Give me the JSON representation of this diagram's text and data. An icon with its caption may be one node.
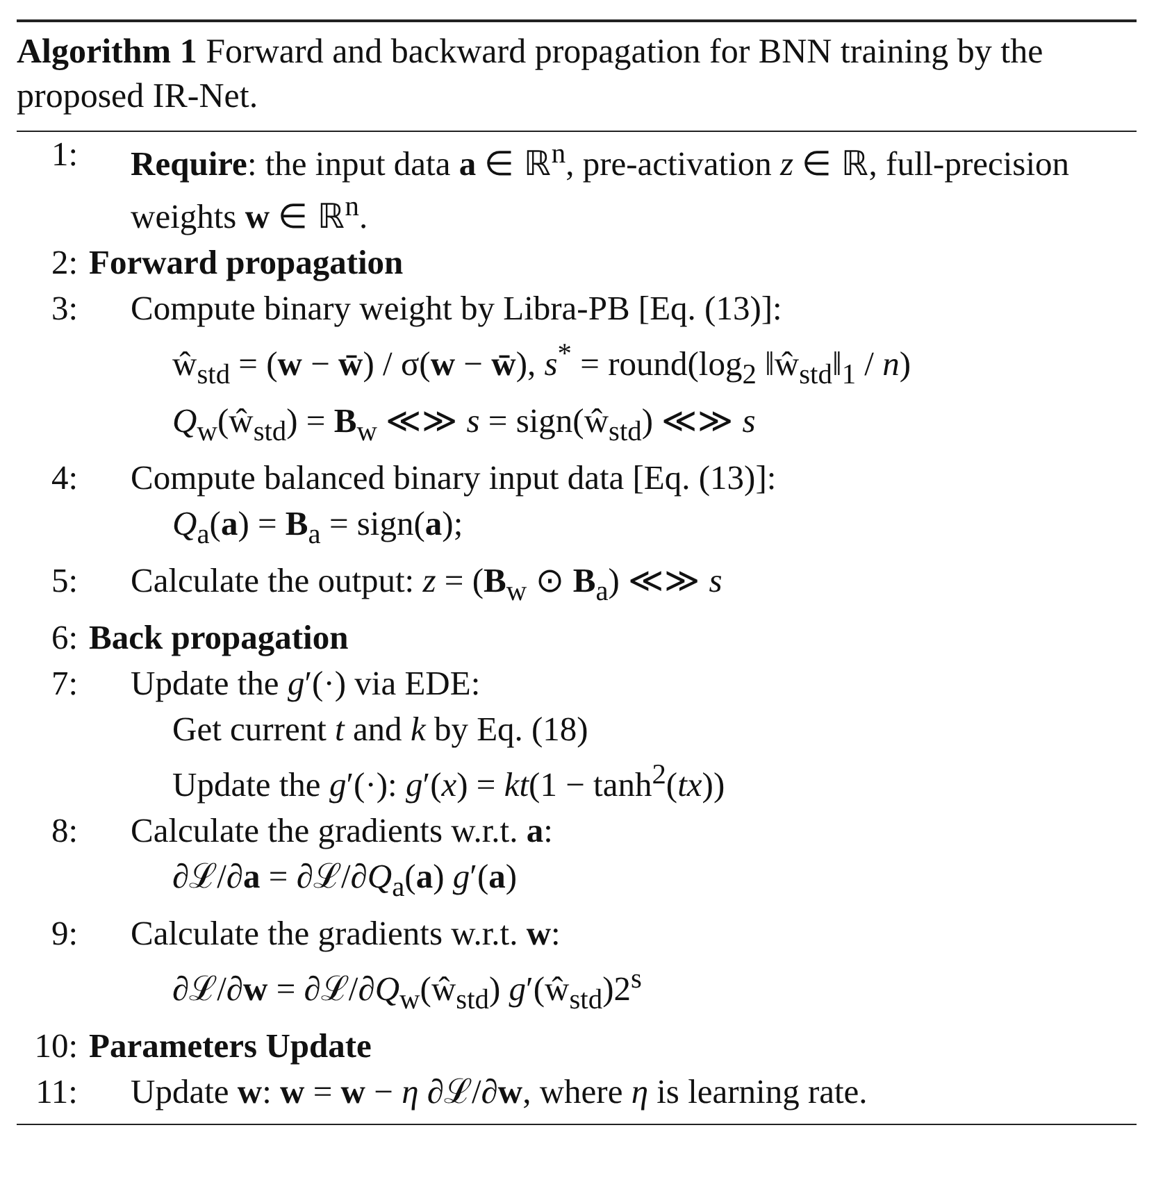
{
  "diagram": {
    "title": "**Algorithm 1** Forward and backward propagation for BNN training by the proposed IR-Net.",
    "labels": [
      "1:",
      "**Require**: the input data **a** ∈ ℝ$^{n}$, pre-activation *z* ∈ ℝ, full-precision weights **w** ∈ ℝ$^{n}$.",
      "2:",
      "Forward propagation",
      "3:",
      "Compute binary weight by Libra-PB [Eq. (13)]:",
      "ŵ$_{std}$ = (**w** − **w̄**) / σ(**w** − **w̄**),   *s*$^{*}$ = round(log$_{2}$ ‖ŵ$_{std}$‖$_{1}$ / *n*)",
      "*Q*$_{w}$(ŵ$_{std}$) = **B**$_{w}$ ≪≫ *s* = sign(ŵ$_{std}$) ≪≫ *s*",
      "4:",
      "Compute balanced binary input data [Eq. (13)]:",
      "*Q*$_{a}$(**a**) = **B**$_{a}$ = sign(**a**);",
      "5:",
      "Calculate the output: *z* = (**B**$_{w}$ ⊙ **B**$_{a}$) ≪≫ *s*",
      "6:",
      "Back propagation",
      "7:",
      "Update the *g*′(·) via EDE:",
      "Get current *t* and *k* by Eq. (18)",
      "Update the *g*′(·):   *g*′(*x*) = *kt*(1 − tanh$^{2}$(*tx*))",
      "8:",
      "Calculate the gradients w.r.t. **a**:",
      "∂ℒ/∂**a** = ∂ℒ/∂*Q*$_{a}$(**a**) *g*′(**a**)",
      "9:",
      "Calculate the gradients w.r.t. **w**:",
      "∂ℒ/∂**w** = ∂ℒ/∂*Q*$_{w}$(ŵ$_{std}$) *g*′(ŵ$_{std}$)2$^{s}$",
      "10:",
      "Parameters Update",
      "11:",
      "Update **w**: **w** = **w** − *η* ∂ℒ/∂**w**, where *η* is learning rate."
    ]
  }
}
